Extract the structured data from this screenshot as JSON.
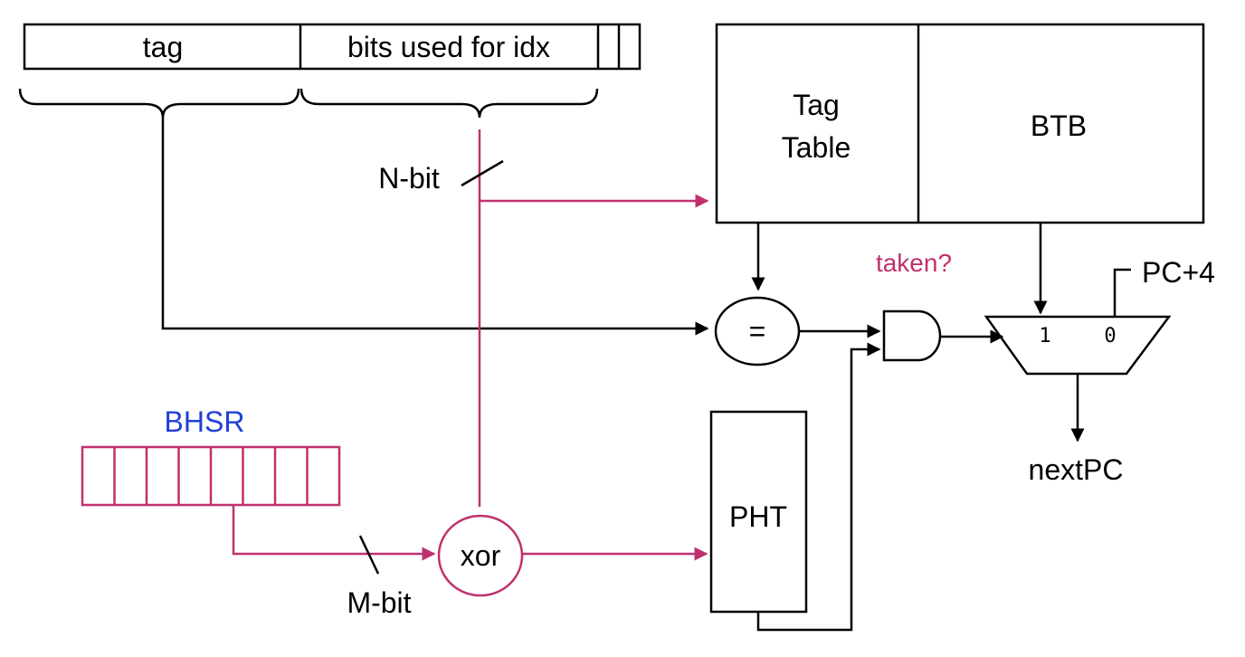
{
  "address": {
    "tag_label": "tag",
    "index_label": "bits used for idx"
  },
  "tables": {
    "tag_table_line1": "Tag",
    "tag_table_line2": "Table",
    "btb_label": "BTB",
    "pht_label": "PHT"
  },
  "bhsr": {
    "label": "BHSR",
    "cells": 8
  },
  "widths": {
    "n_bit": "N-bit",
    "m_bit": "M-bit"
  },
  "logic": {
    "xor_label": "xor",
    "eq_label": "=",
    "taken_label": "taken?"
  },
  "mux": {
    "input_1": "1",
    "input_0": "0",
    "pc_plus_4": "PC+4",
    "output": "nextPC"
  },
  "colors": {
    "line": "#000000",
    "history_path": "#c0306e",
    "bhsr_label": "#1f3fd8",
    "taken_label": "#c0306e"
  }
}
